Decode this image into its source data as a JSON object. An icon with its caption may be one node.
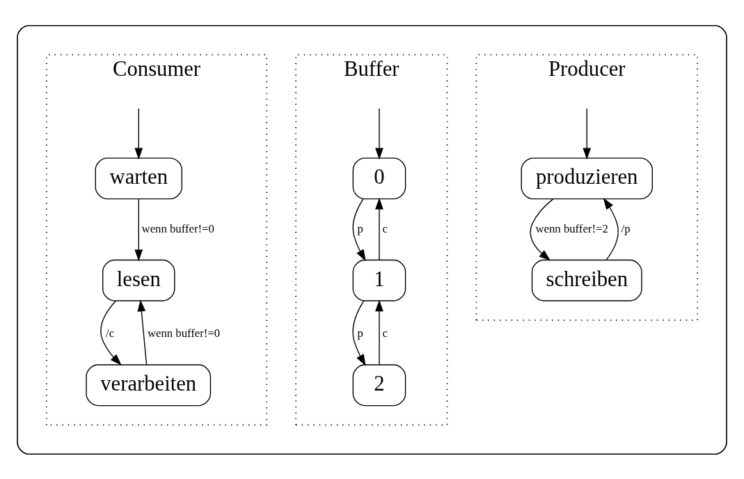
{
  "diagram": {
    "nodes": [
      {
        "text": [],
        "shape": "box"
      },
      {
        "text": [
          "Producer"
        ],
        "in": 0
      },
      {
        "text": [
          "produzieren"
        ],
        "in": 1
      },
      {
        "text": [
          "schreiben"
        ],
        "in": 1
      },
      {
        "text": [
          "Buffer"
        ],
        "in": 0
      },
      {
        "text": [
          "0"
        ],
        "in": 4
      },
      {
        "text": [
          "1"
        ],
        "in": 4
      },
      {
        "text": [
          "2"
        ],
        "in": 4
      },
      {
        "text": [
          "Consumer"
        ],
        "in": 0
      },
      {
        "text": [
          "warten"
        ],
        "in": 8
      },
      {
        "text": [
          "lesen"
        ],
        "in": 8
      },
      {
        "text": [
          "verarbeiten"
        ],
        "in": 8
      }
    ],
    "edges": [
      {
        "from": null,
        "to": 2,
        "arrow": "to"
      },
      {
        "from": 2,
        "to": 3,
        "arrow": "to",
        "label": "wenn buffer!=2"
      },
      {
        "from": 3,
        "to": 2,
        "arrow": "to",
        "label": "/p"
      },
      {
        "from": null,
        "to": 5,
        "arrow": "to"
      },
      {
        "from": 5,
        "to": 6,
        "arrow": "to",
        "label": "p"
      },
      {
        "from": 6,
        "to": 5,
        "arrow": "to",
        "label": "c"
      },
      {
        "from": 6,
        "to": 7,
        "arrow": "to",
        "label": "p"
      },
      {
        "from": 7,
        "to": 6,
        "arrow": "to",
        "label": "c"
      },
      {
        "from": null,
        "to": 9,
        "arrow": "to"
      },
      {
        "from": 9,
        "to": 10,
        "arrow": "to",
        "label": "wenn buffer!=0"
      },
      {
        "from": 10,
        "to": 11,
        "arrow": "to",
        "label": "/c"
      },
      {
        "from": 11,
        "to": 10,
        "arrow": "to",
        "label": "wenn buffer!=0"
      }
    ]
  }
}
